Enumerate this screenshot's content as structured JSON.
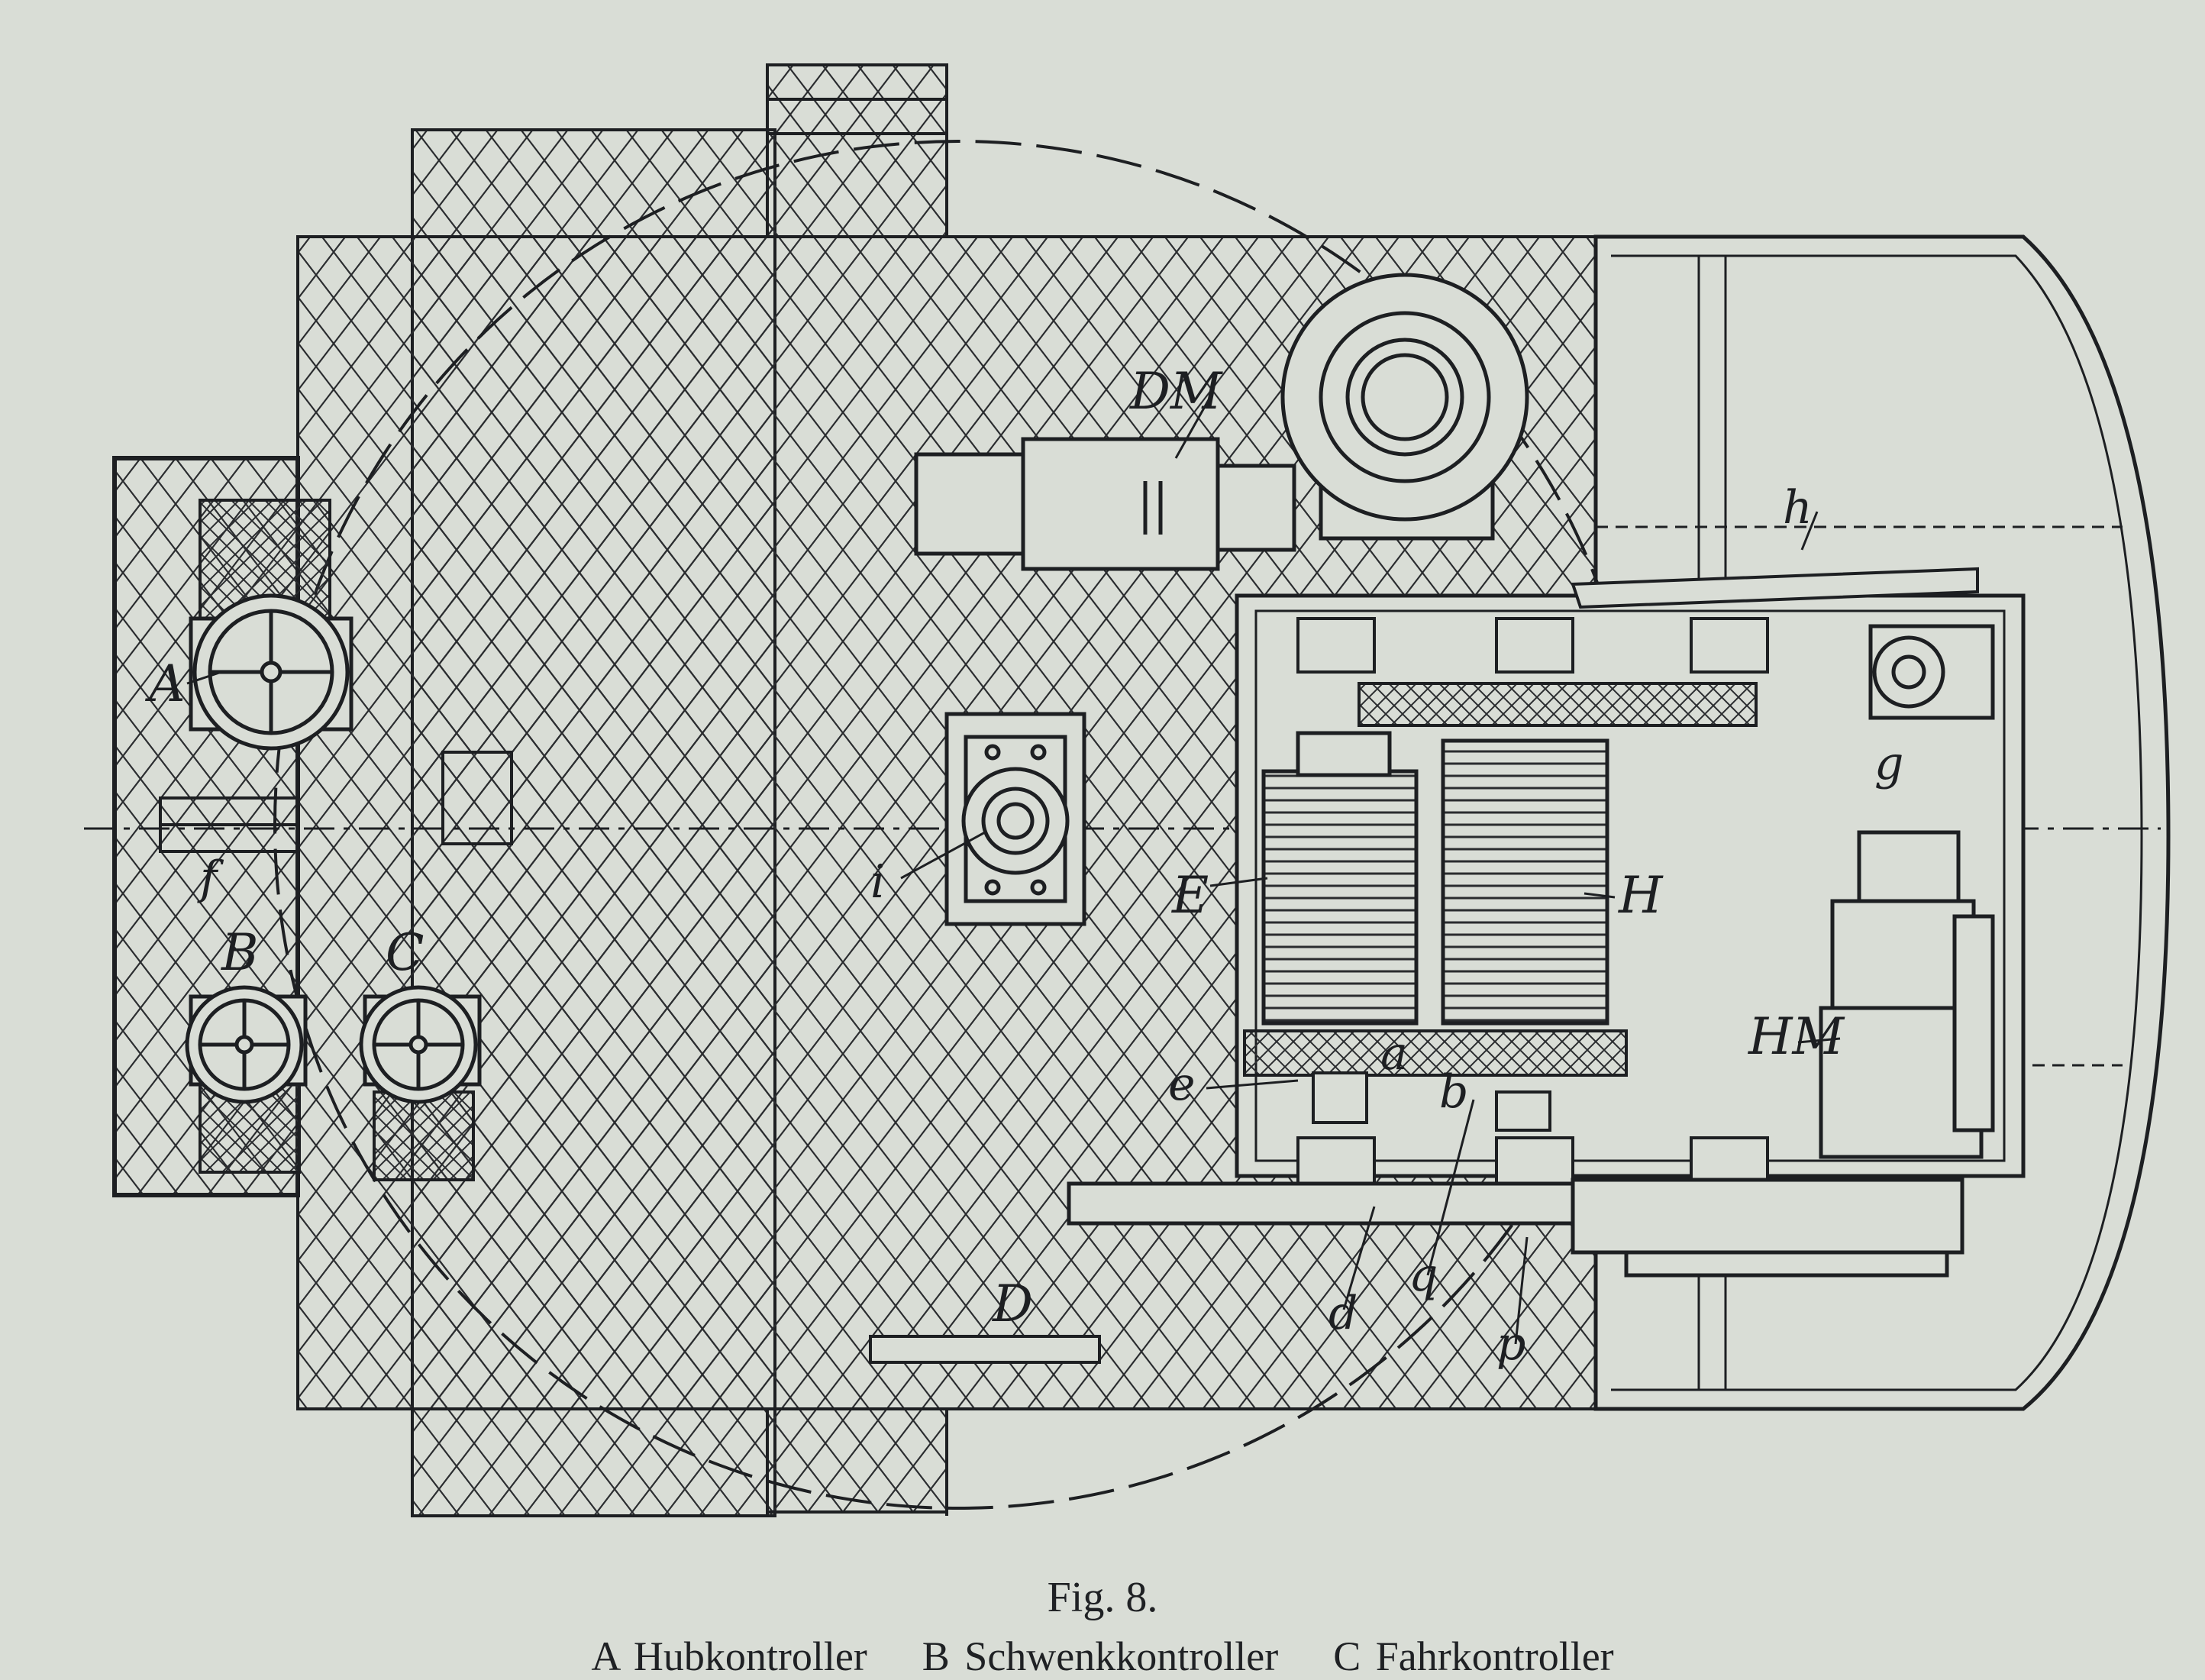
{
  "figure": {
    "caption": "Fig. 8.",
    "legend": [
      "A Hubkontroller",
      "B Schwenkkontroller",
      "C Fahrkontroller"
    ]
  },
  "labels": {
    "A": "A",
    "B": "B",
    "C": "C",
    "D": "D",
    "DM": "DM",
    "E": "E",
    "H": "H",
    "HM": "HM",
    "a": "a",
    "b": "b",
    "d": "d",
    "e": "e",
    "f": "f",
    "g": "g",
    "h": "h",
    "i": "i",
    "p": "p",
    "q": "q"
  },
  "colors": {
    "paper": "#d9ddd6",
    "ink": "#1d1f22"
  }
}
